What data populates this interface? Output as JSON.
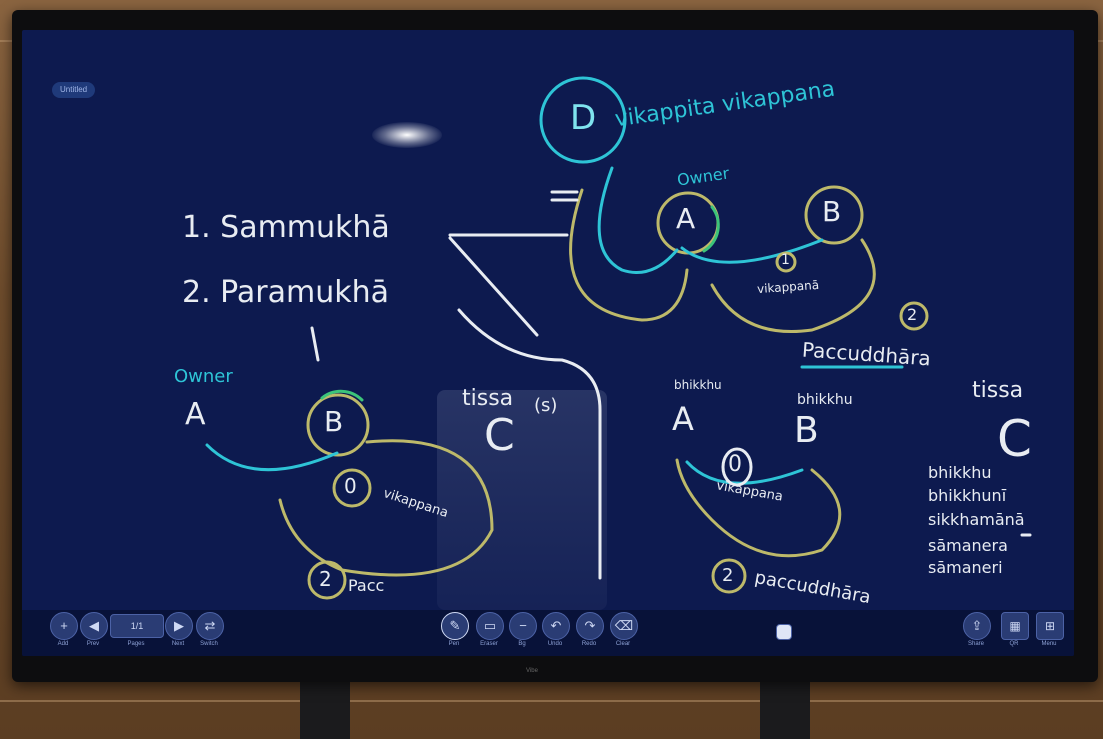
{
  "screen": {
    "chip_label": "Untitled",
    "brand": "Vibe"
  },
  "notes": {
    "d_label": "D",
    "vikappita": "vikappita vikappana",
    "owner_top": "Owner",
    "a_top": "A",
    "b_top": "B",
    "one_top": "1",
    "vikappana_top": "vikappanā",
    "two_top": "2",
    "paccuddhara_top": "Paccuddhāra",
    "item1": "1. Sammukhā",
    "item2": "2. Paramukhā",
    "owner_left": "Owner",
    "a_left": "A",
    "b_left": "B",
    "zero_left": "0",
    "vikappana_left": "vikappana",
    "two_left": "2",
    "pacc_left": "Pacc",
    "tissa_mid": "tissa",
    "s_mid": "(s)",
    "c_mid": "C",
    "bhikkhu_a": "bhikkhu",
    "bhikkhu_b": "bhikkhu",
    "a_right": "A",
    "b_right": "B",
    "zero_right": "0",
    "vikappana_right": "vikappana",
    "two_right": "2",
    "paccuddhara_right": "paccuddhāra",
    "tissa_right": "tissa",
    "c_right": "C",
    "list": [
      "bhikkhu",
      "bhikkhunī",
      "sikkhamānā",
      "sāmanera",
      "sāmaneri"
    ]
  },
  "toolbar": {
    "add_label": "Add",
    "prev_label": "Prev",
    "page_label": "Pages",
    "page_value": "1/1",
    "next_label": "Next",
    "switch_label": "Switch",
    "tools": [
      "Pen",
      "Eraser",
      "Bg",
      "Undo",
      "Redo",
      "Clear"
    ],
    "right_tools": [
      "Share",
      "QR",
      "Menu"
    ]
  },
  "colors": {
    "board": "#0d1a4f",
    "ink_white": "#e8ecf2",
    "ink_teal": "#2ec4d6",
    "ink_olive": "#bdb96a",
    "ink_green": "#3cc47a"
  }
}
